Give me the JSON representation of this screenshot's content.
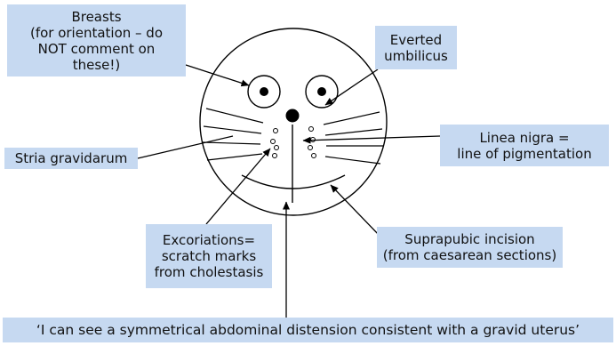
{
  "labels": {
    "breasts": "Breasts\n(for orientation – do\nNOT comment on\nthese!)",
    "everted_umbilicus": "Everted\numbilicus",
    "linea_nigra": "Linea nigra =\nline of pigmentation",
    "stria_gravidarum": "Stria gravidarum",
    "excoriations": "Excoriations=\nscratch marks\nfrom cholestasis",
    "suprapubic_incision": "Suprapubic incision\n(from caesarean sections)",
    "quote": "‘I can see a symmetrical abdominal distension consistent with a gravid uterus’"
  },
  "colors": {
    "box_fill": "#c6d9f1",
    "line": "#000000"
  }
}
